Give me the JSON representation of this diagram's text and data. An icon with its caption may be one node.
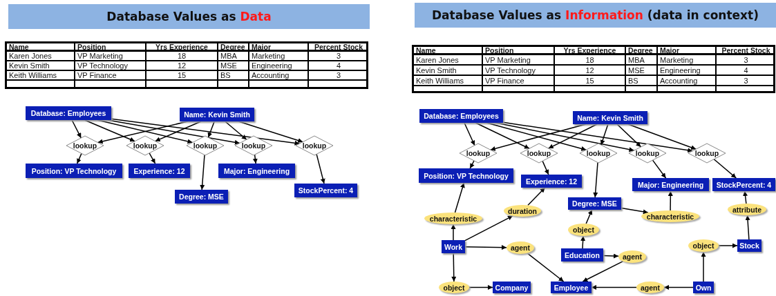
{
  "diagram": {
    "nodes": [
      {
        "text": [
          "Database Values as **Data**"
        ]
      },
      {
        "text": [
          "Database Values as **Information** (data in context)"
        ]
      },
      {
        "text": [
          "Database: Employees"
        ]
      },
      {
        "text": [
          "Name: Kevin Smith"
        ]
      },
      {
        "text": [
          "lookup"
        ]
      },
      {
        "text": [
          "lookup"
        ]
      },
      {
        "text": [
          "lookup"
        ]
      },
      {
        "text": [
          "lookup"
        ]
      },
      {
        "text": [
          "lookup"
        ]
      },
      {
        "text": [
          "Position: VP Technology"
        ]
      },
      {
        "text": [
          "Experience: 12"
        ]
      },
      {
        "text": [
          "Degree: MSE"
        ]
      },
      {
        "text": [
          "Major: Engineering"
        ]
      },
      {
        "text": [
          "StockPercent: 4"
        ]
      },
      {
        "text": [
          "Database: Employees"
        ]
      },
      {
        "text": [
          "Name: Kevin Smith"
        ]
      },
      {
        "text": [
          "lookup"
        ]
      },
      {
        "text": [
          "lookup"
        ]
      },
      {
        "text": [
          "lookup"
        ]
      },
      {
        "text": [
          "lookup"
        ]
      },
      {
        "text": [
          "lookup"
        ]
      },
      {
        "text": [
          "Position: VP Technology"
        ]
      },
      {
        "text": [
          "Experience: 12"
        ]
      },
      {
        "text": [
          "Major: Engineering"
        ]
      },
      {
        "text": [
          "StockPercent: 4"
        ]
      },
      {
        "text": [
          "Degree: MSE"
        ]
      },
      {
        "text": [
          "characteristic"
        ]
      },
      {
        "text": [
          "duration"
        ]
      },
      {
        "text": [
          "characteristic"
        ]
      },
      {
        "text": [
          "attribute"
        ]
      },
      {
        "text": [
          "object"
        ]
      },
      {
        "text": [
          "Work"
        ]
      },
      {
        "text": [
          "agent"
        ]
      },
      {
        "text": [
          "Education"
        ]
      },
      {
        "text": [
          "agent"
        ]
      },
      {
        "text": [
          "object"
        ]
      },
      {
        "text": [
          "Stock"
        ]
      },
      {
        "text": [
          "object"
        ]
      },
      {
        "text": [
          "Company"
        ]
      },
      {
        "text": [
          "Employee"
        ]
      },
      {
        "text": [
          "agent"
        ]
      },
      {
        "text": [
          "Own"
        ]
      }
    ],
    "edges": [
      {
        "from": 2,
        "to": 4,
        "arrow": "to"
      },
      {
        "from": 2,
        "to": 5,
        "arrow": "to"
      },
      {
        "from": 2,
        "to": 6,
        "arrow": "to"
      },
      {
        "from": 2,
        "to": 7,
        "arrow": "to"
      },
      {
        "from": 2,
        "to": 8,
        "arrow": "to"
      },
      {
        "from": 3,
        "to": 4,
        "arrow": "to"
      },
      {
        "from": 3,
        "to": 5,
        "arrow": "to"
      },
      {
        "from": 3,
        "to": 6,
        "arrow": "to"
      },
      {
        "from": 3,
        "to": 7,
        "arrow": "to"
      },
      {
        "from": 3,
        "to": 8,
        "arrow": "to"
      },
      {
        "from": 4,
        "to": 9,
        "arrow": "to"
      },
      {
        "from": 5,
        "to": 10,
        "arrow": "to"
      },
      {
        "from": 6,
        "to": 11,
        "arrow": "to"
      },
      {
        "from": 7,
        "to": 12,
        "arrow": "to"
      },
      {
        "from": 8,
        "to": 13,
        "arrow": "to"
      },
      {
        "from": 14,
        "to": 16,
        "arrow": "to"
      },
      {
        "from": 14,
        "to": 17,
        "arrow": "to"
      },
      {
        "from": 14,
        "to": 18,
        "arrow": "to"
      },
      {
        "from": 14,
        "to": 19,
        "arrow": "to"
      },
      {
        "from": 14,
        "to": 20,
        "arrow": "to"
      },
      {
        "from": 15,
        "to": 16,
        "arrow": "to"
      },
      {
        "from": 15,
        "to": 17,
        "arrow": "to"
      },
      {
        "from": 15,
        "to": 18,
        "arrow": "to"
      },
      {
        "from": 15,
        "to": 19,
        "arrow": "to"
      },
      {
        "from": 15,
        "to": 20,
        "arrow": "to"
      },
      {
        "from": 16,
        "to": 21,
        "arrow": "to"
      },
      {
        "from": 17,
        "to": 22,
        "arrow": "to"
      },
      {
        "from": 18,
        "to": 25,
        "arrow": "to"
      },
      {
        "from": 19,
        "to": 23,
        "arrow": "to"
      },
      {
        "from": 20,
        "to": 24,
        "arrow": "to"
      },
      {
        "from": 31,
        "to": 26,
        "arrow": "to"
      },
      {
        "from": 26,
        "to": 21,
        "arrow": "to"
      },
      {
        "from": 31,
        "to": 27,
        "arrow": "to"
      },
      {
        "from": 27,
        "to": 22,
        "arrow": "to"
      },
      {
        "from": 31,
        "to": 32,
        "arrow": "to"
      },
      {
        "from": 32,
        "to": 39,
        "arrow": "to"
      },
      {
        "from": 31,
        "to": 37,
        "arrow": "to"
      },
      {
        "from": 37,
        "to": 38,
        "arrow": "to"
      },
      {
        "from": 25,
        "to": 28,
        "arrow": "to"
      },
      {
        "from": 28,
        "to": 23,
        "arrow": "to"
      },
      {
        "from": 33,
        "to": 30,
        "arrow": "to"
      },
      {
        "from": 30,
        "to": 25,
        "arrow": "to"
      },
      {
        "from": 33,
        "to": 34,
        "arrow": "to"
      },
      {
        "from": 34,
        "to": 39,
        "arrow": "to"
      },
      {
        "from": 41,
        "to": 40,
        "arrow": "to"
      },
      {
        "from": 40,
        "to": 39,
        "arrow": "to"
      },
      {
        "from": 41,
        "to": 35,
        "arrow": "to"
      },
      {
        "from": 35,
        "to": 36,
        "arrow": "to"
      },
      {
        "from": 36,
        "to": 29,
        "arrow": "to"
      },
      {
        "from": 29,
        "to": 24,
        "arrow": "to"
      }
    ],
    "labels": [
      "Name",
      "Position",
      "Yrs Experience",
      "Degree",
      "Major",
      "Percent Stock",
      "Karen Jones",
      "VP Marketing",
      "18",
      "MBA",
      "Marketing",
      "3",
      "Kevin Smith",
      "VP Technology",
      "12",
      "MSE",
      "Engineering",
      "4",
      "Keith Williams",
      "VP Finance",
      "15",
      "BS",
      "Accounting",
      "3",
      "Name",
      "Position",
      "Yrs Experience",
      "Degree",
      "Major",
      "Percent Stock",
      "Karen Jones",
      "VP Marketing",
      "18",
      "MBA",
      "Marketing",
      "3",
      "Kevin Smith",
      "VP Technology",
      "12",
      "MSE",
      "Engineering",
      "4",
      "Keith Williams",
      "VP Finance",
      "15",
      "BS",
      "Accounting",
      "3"
    ]
  }
}
